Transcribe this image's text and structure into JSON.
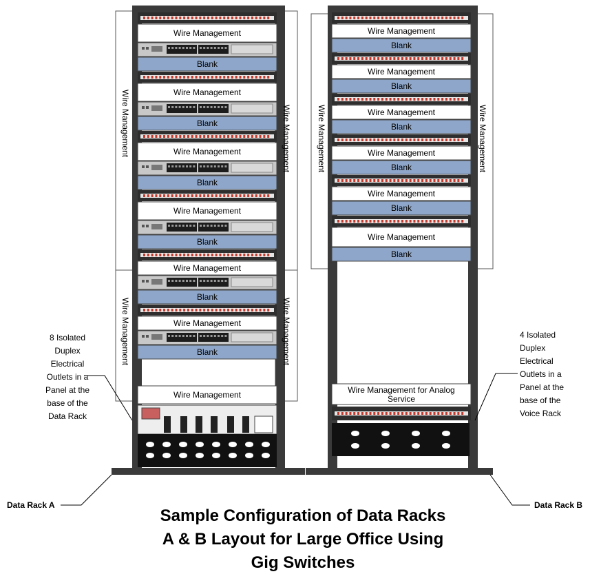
{
  "colors": {
    "rack_frame": "#3a3a3a",
    "blank_panel": "#8ea6c9",
    "wire_mgmt": "#ffffff",
    "patch_port": "#c0392b",
    "switch_body": "#c8c8c8"
  },
  "labels": {
    "wire_management": "Wire Management",
    "blank": "Blank",
    "wire_mgmt_analog": "Wire Management for Analog Service"
  },
  "rack_a": {
    "name": "Data Rack A",
    "annotation": [
      "8 Isolated",
      "Duplex",
      "Electrical",
      "Outlets in a",
      "Panel at the",
      "base of the",
      "Data Rack"
    ]
  },
  "rack_b": {
    "name": "Data Rack B",
    "annotation": [
      "4 Isolated",
      "Duplex",
      "Electrical",
      "Outlets in a",
      "Panel at the",
      "base of the",
      "Voice Rack"
    ]
  },
  "title": [
    "Sample Configuration of Data Racks",
    "A & B Layout for Large Office Using",
    "Gig Switches"
  ]
}
